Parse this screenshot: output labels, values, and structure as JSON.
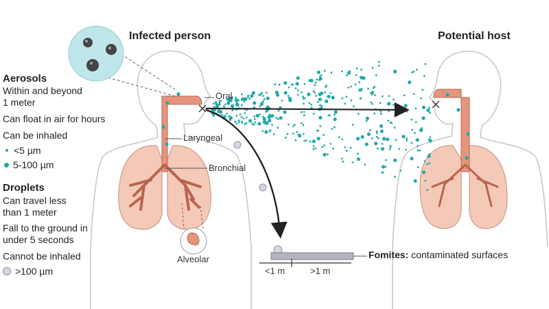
{
  "infected_label": "Infected person",
  "host_label": "Potential host",
  "aerosols": {
    "heading": "Aerosols",
    "line1": "Within and beyond",
    "line2": "1 meter",
    "line3": "Can float in air for hours",
    "line4": "Can be inhaled",
    "legend_small": "<5 µm",
    "legend_medium": "5-100 µm"
  },
  "droplets": {
    "heading": "Droplets",
    "line1": "Can travel less",
    "line2": "than 1 meter",
    "line3": "Fall to the ground in",
    "line4": "under 5 seconds",
    "line5": "Cannot be inhaled",
    "legend_large": ">100 µm"
  },
  "anatomy": {
    "oral": "Oral",
    "laryngeal": "Laryngeal",
    "bronchial": "Bronchial",
    "alveolar": "Alveolar"
  },
  "fomites": {
    "bold": "Fomites:",
    "rest": " contaminated surfaces"
  },
  "distance": {
    "near": "<1 m",
    "far": ">1 m"
  },
  "colors": {
    "aerosol": "#22a9a8",
    "droplet_fill": "#d4d8e2",
    "lung_fill": "#f4c9b8",
    "airway_fill": "#e5957c",
    "outline": "#b9bcc4"
  }
}
